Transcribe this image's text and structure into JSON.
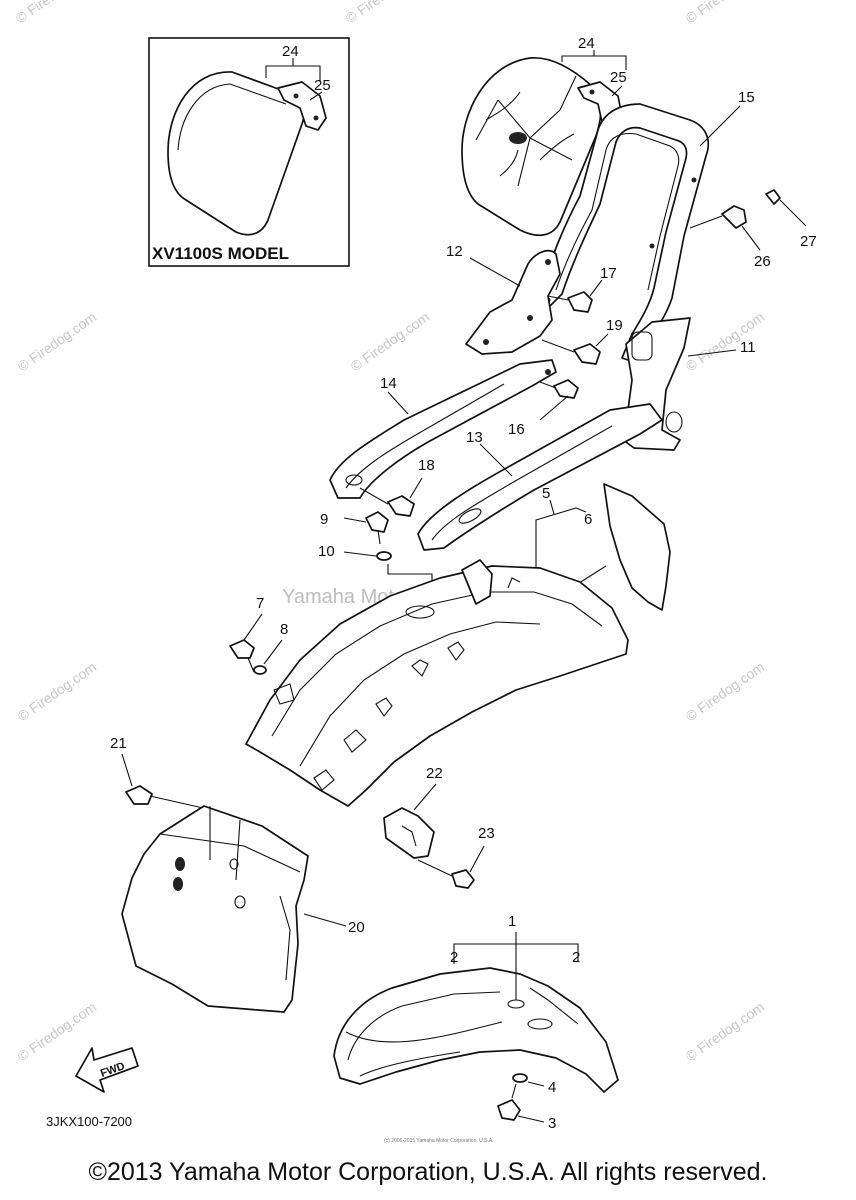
{
  "inset": {
    "label": "XV1100S MODEL",
    "callouts": [
      "24",
      "25"
    ]
  },
  "callouts": {
    "c24": "24",
    "c25": "25",
    "c15": "15",
    "c26": "26",
    "c27": "27",
    "c12": "12",
    "c17": "17",
    "c19": "19",
    "c11": "11",
    "c14": "14",
    "c16": "16",
    "c13": "13",
    "c18": "18",
    "c9": "9",
    "c5": "5",
    "c6": "6",
    "c10": "10",
    "c7": "7",
    "c8": "8",
    "c21": "21",
    "c22": "22",
    "c23": "23",
    "c20": "20",
    "c1": "1",
    "c2a": "2",
    "c2b": "2",
    "c4": "4",
    "c3": "3"
  },
  "watermarks": {
    "firedog": "© Firedog.com",
    "yamaha": "Yamaha Motor Corp., U.S.A.",
    "tiny": "(c) 2006-2015 Yamaha Motor Corporation, U.S.A."
  },
  "fwd_label": "FWD",
  "diagram_code": "3JKX100-7200",
  "copyright": "©2013 Yamaha Motor Corporation, U.S.A. All rights reserved."
}
